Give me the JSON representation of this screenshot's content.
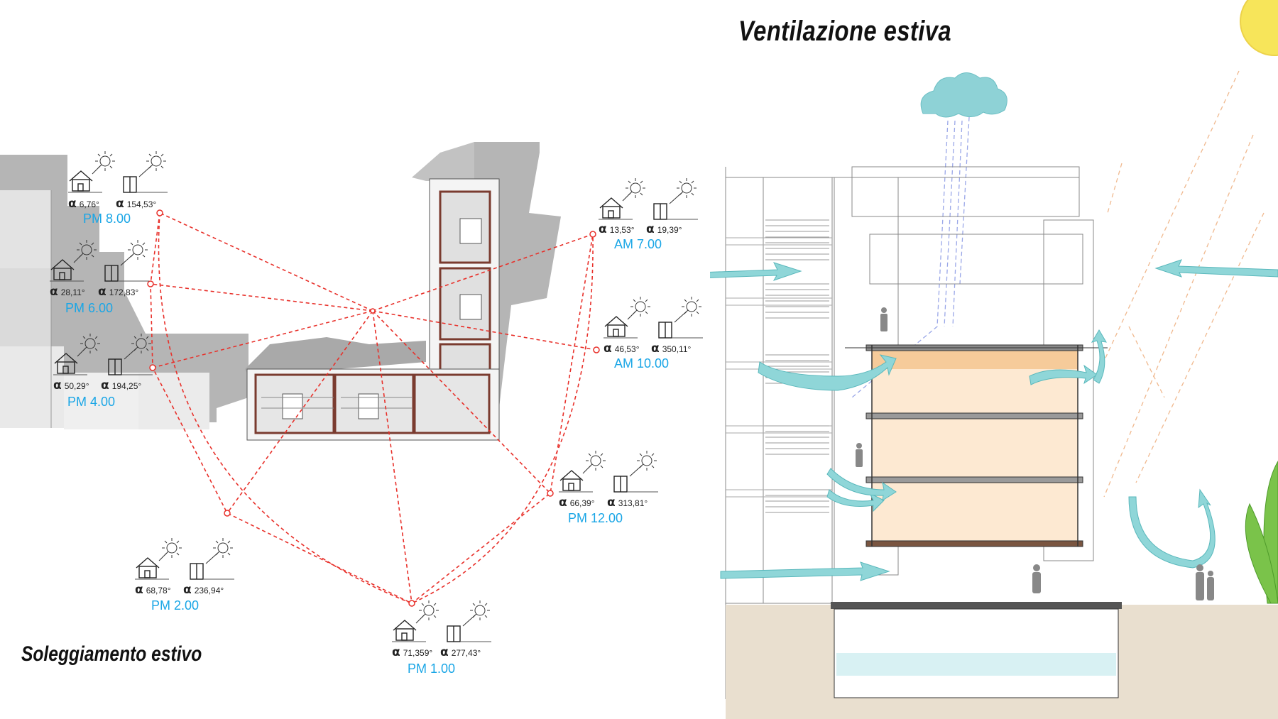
{
  "titles": {
    "ventilation": "Ventilazione estiva",
    "sunlight": "Soleggiamento estivo"
  },
  "sun_positions": [
    {
      "time": "PM 8.00",
      "alpha1": "6,76°",
      "alpha2": "154,53°"
    },
    {
      "time": "PM 6.00",
      "alpha1": "28,11°",
      "alpha2": "172,83°"
    },
    {
      "time": "PM 4.00",
      "alpha1": "50,29°",
      "alpha2": "194,25°"
    },
    {
      "time": "AM 7.00",
      "alpha1": "13,53°",
      "alpha2": "19,39°"
    },
    {
      "time": "AM 10.00",
      "alpha1": "46,53°",
      "alpha2": "350,11°"
    },
    {
      "time": "PM 12.00",
      "alpha1": "66,39°",
      "alpha2": "313,81°"
    },
    {
      "time": "PM 2.00",
      "alpha1": "68,78°",
      "alpha2": "236,94°"
    },
    {
      "time": "PM 1.00",
      "alpha1": "71,359°",
      "alpha2": "277,43°"
    }
  ],
  "alpha_symbol": "α",
  "icons": [
    "house-icon",
    "window-icon",
    "sun-icon",
    "cloud-icon",
    "person-icon",
    "plant-icon",
    "wind-arrow-icon"
  ],
  "colors": {
    "sun_path": "#e8302a",
    "time_label": "#1aa6e6",
    "building_shadow": "#b3b3b3",
    "wind_arrow": "#8fd6d8",
    "floor_fill": "#fde9d2",
    "sun_disc": "#f7e55a",
    "cloud": "#8ed2d6",
    "ground": "#e8dccb"
  }
}
